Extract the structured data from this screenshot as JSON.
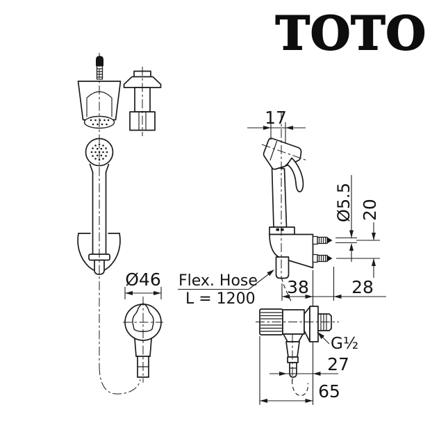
{
  "brand": {
    "logo_text": "TOTO"
  },
  "drawing": {
    "labels": {
      "flex_hose_line1": "Flex. Hose",
      "flex_hose_line2": "L = 1200"
    },
    "dimensions": {
      "head_width": "17",
      "pin_diameter": "Ø5.5",
      "pin_spacing": "20",
      "hook_diameter": "Ø46",
      "outlet_to_wall": "38",
      "pin_length": "28",
      "valve_center_to_wall": "27",
      "valve_depth": "65",
      "thread_size": "G½"
    }
  }
}
